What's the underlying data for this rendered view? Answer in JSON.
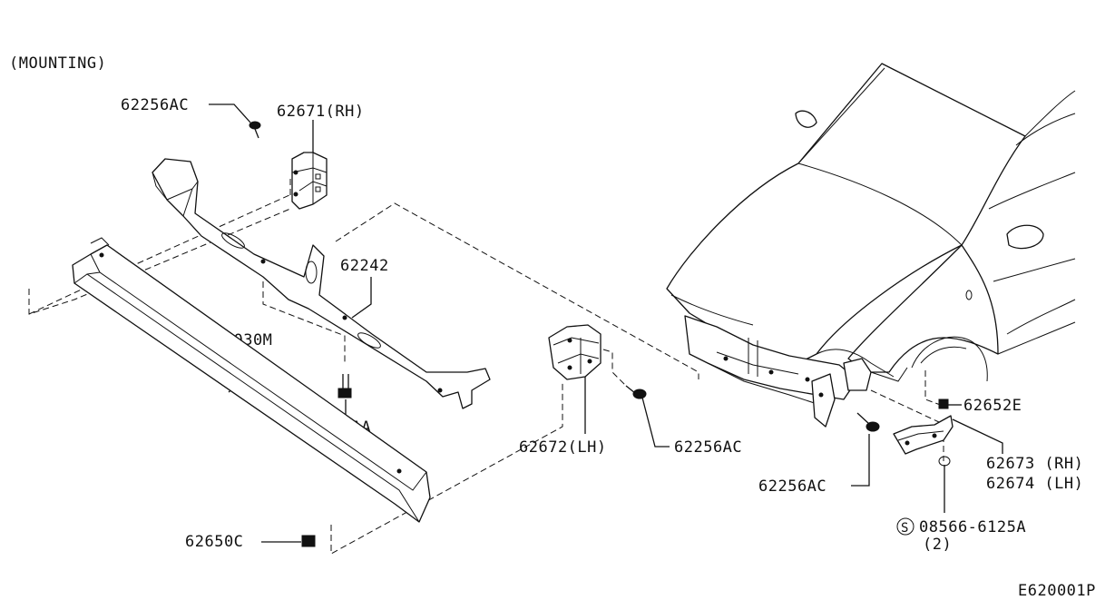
{
  "diagram": {
    "section_title": "(MOUNTING)",
    "figure_code": "E620001P",
    "labels": {
      "bolt_62256ac_top": "62256AC",
      "bracket_62671_rh": "62671(RH)",
      "bracket_62242": "62242",
      "reinforcement_62030m": "62030M",
      "bolt_62256aa": "62256AA",
      "clip_62650c": "62650C",
      "bracket_62672_lh": "62672(LH)",
      "bolt_62256ac_mid": "62256AC",
      "bolt_62256ac_right": "62256AC",
      "nut_62652e": "62652E",
      "bracket_62673_rh": "62673 (RH)",
      "bracket_62674_lh": "62674 (LH)",
      "screw_08566_6125a": "08566-6125A",
      "screw_qty": "(2)",
      "screw_prefix_symbol": "S"
    }
  }
}
